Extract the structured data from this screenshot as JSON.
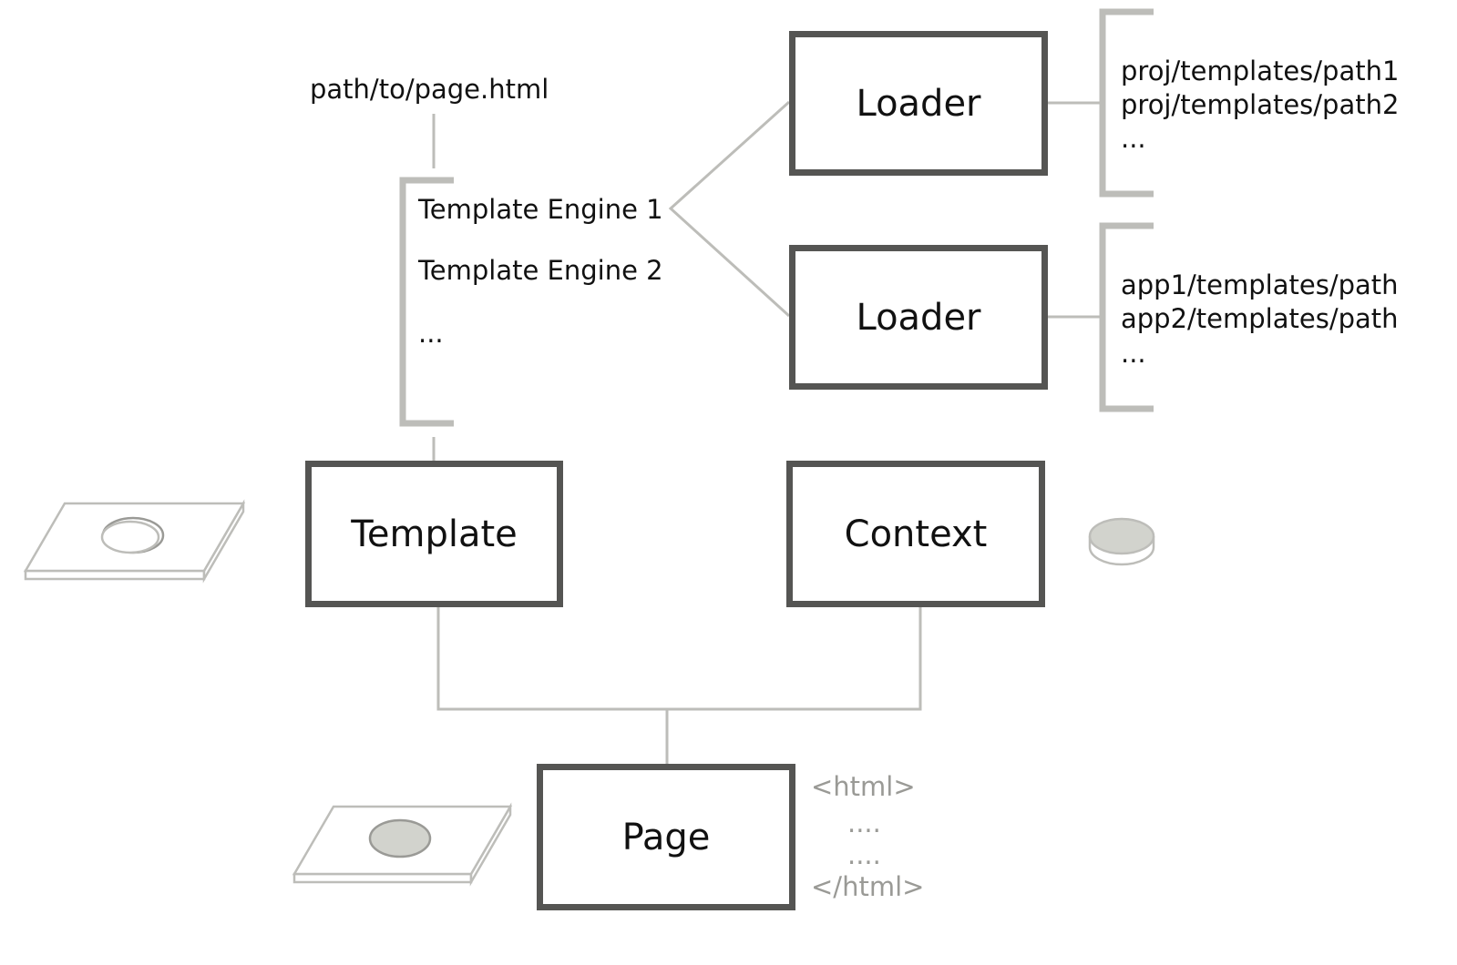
{
  "input_path": "path/to/page.html",
  "engines": [
    "Template Engine 1",
    "Template Engine 2",
    "..."
  ],
  "loaders": [
    {
      "label": "Loader",
      "paths": [
        "proj/templates/path1",
        "proj/templates/path2",
        "..."
      ]
    },
    {
      "label": "Loader",
      "paths": [
        "app1/templates/path",
        "app2/templates/path",
        "..."
      ]
    }
  ],
  "template_label": "Template",
  "context_label": "Context",
  "page_label": "Page",
  "html_output": [
    "<html>",
    "....",
    "....",
    "</html>"
  ],
  "icons": {
    "template": "hollow-plate-icon",
    "context": "data-puck-icon",
    "page": "filled-plate-icon"
  },
  "colors": {
    "box_border": "#555553",
    "connector": "#bdbdb9",
    "muted_text": "#9a9a96"
  }
}
